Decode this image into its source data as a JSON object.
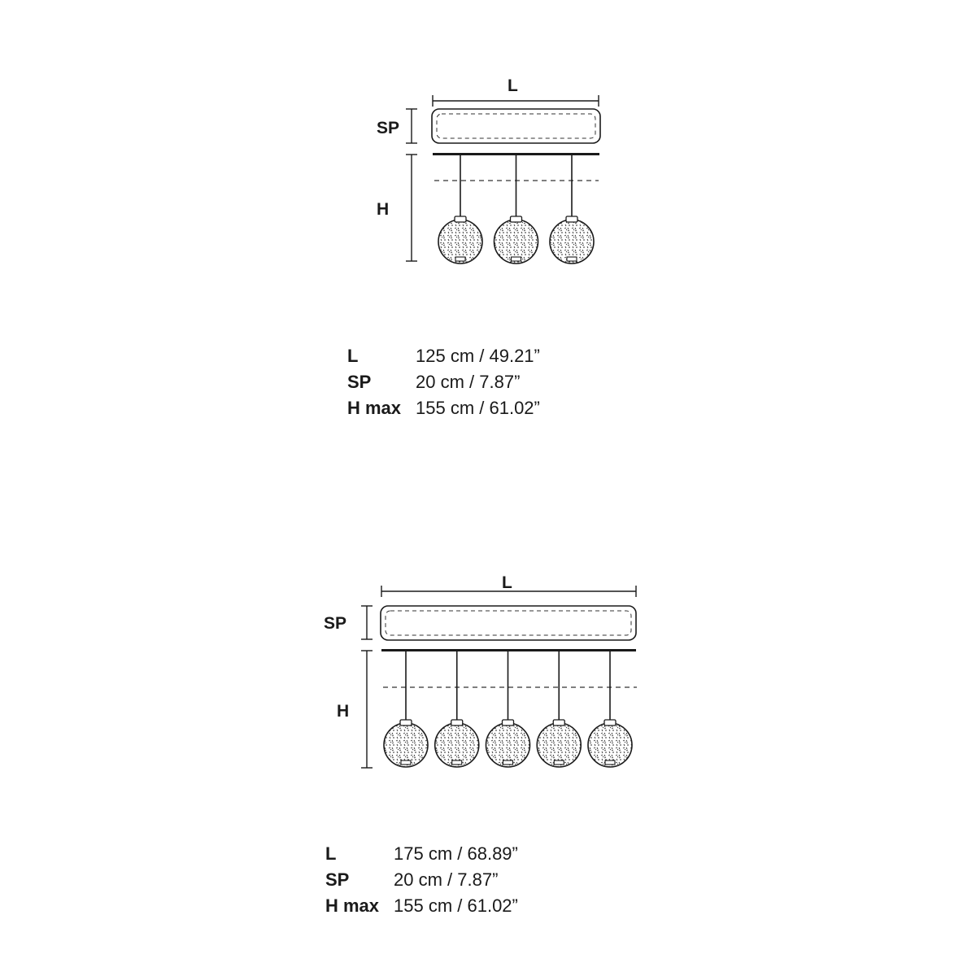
{
  "diagrams": [
    {
      "pendant_count": 3,
      "dim_labels": {
        "length": "L",
        "depth": "SP",
        "height": "H"
      },
      "specs": [
        {
          "key": "L",
          "value": "125 cm / 49.21”"
        },
        {
          "key": "SP",
          "value": "20 cm / 7.87”"
        },
        {
          "key": "H max",
          "value": "155 cm / 61.02”"
        }
      ]
    },
    {
      "pendant_count": 5,
      "dim_labels": {
        "length": "L",
        "depth": "SP",
        "height": "H"
      },
      "specs": [
        {
          "key": "L",
          "value": "175 cm / 68.89”"
        },
        {
          "key": "SP",
          "value": "20 cm / 7.87”"
        },
        {
          "key": "H max",
          "value": "155 cm / 61.02”"
        }
      ]
    }
  ],
  "colors": {
    "line": "#1a1a1a",
    "dash": "#333333",
    "background": "#ffffff"
  }
}
